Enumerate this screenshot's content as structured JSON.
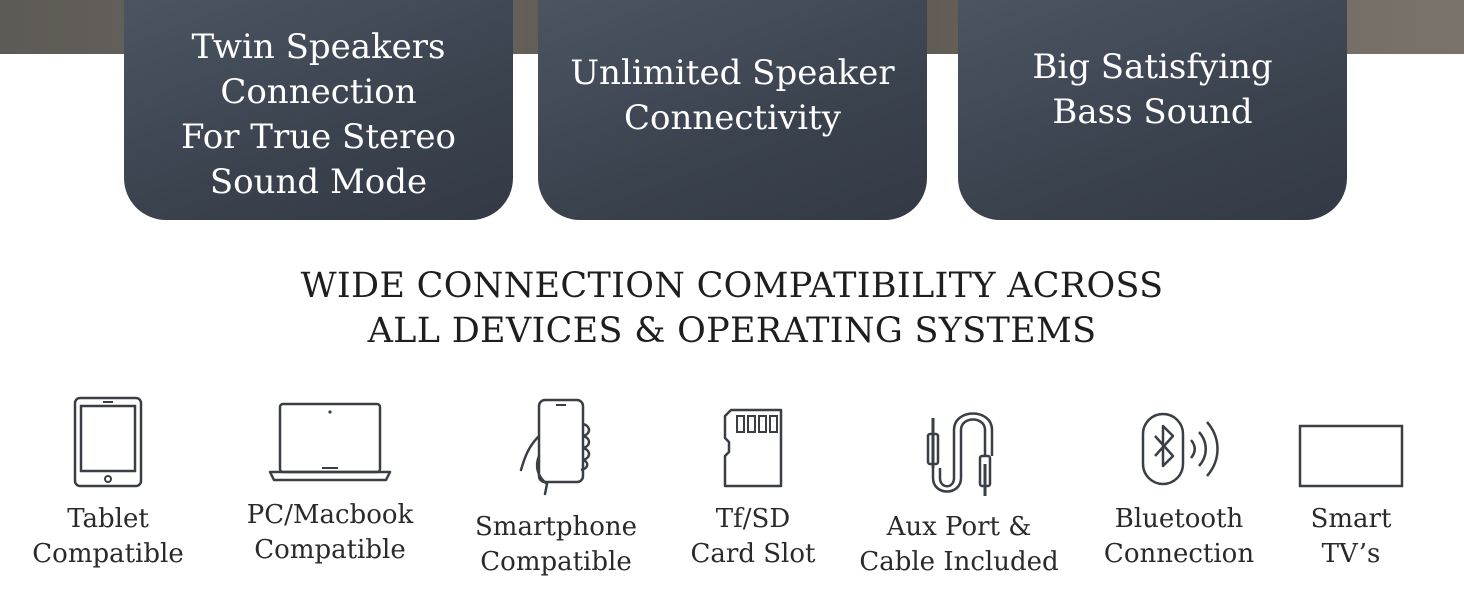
{
  "feature_cards": [
    {
      "text": "Twin Speakers\nConnection\nFor True Stereo\nSound Mode"
    },
    {
      "text": "Unlimited Speaker\nConnectivity"
    },
    {
      "text": "Big Satisfying\nBass Sound"
    }
  ],
  "heading": "WIDE CONNECTION COMPATIBILITY ACROSS\nALL DEVICES & OPERATING SYSTEMS",
  "compat": [
    {
      "icon": "tablet-icon",
      "label": "Tablet\nCompatible"
    },
    {
      "icon": "laptop-icon",
      "label": "PC/Macbook\nCompatible"
    },
    {
      "icon": "smartphone-icon",
      "label": "Smartphone\nCompatible"
    },
    {
      "icon": "sd-card-icon",
      "label": "Tf/SD\nCard Slot"
    },
    {
      "icon": "aux-cable-icon",
      "label": "Aux Port &\nCable Included"
    },
    {
      "icon": "bluetooth-icon",
      "label": "Bluetooth\nConnection"
    },
    {
      "icon": "tv-icon",
      "label": "Smart\nTV’s"
    }
  ],
  "colors": {
    "card": "#3f4753",
    "icon": "#3a3f46",
    "text": "#2a2a2a"
  }
}
